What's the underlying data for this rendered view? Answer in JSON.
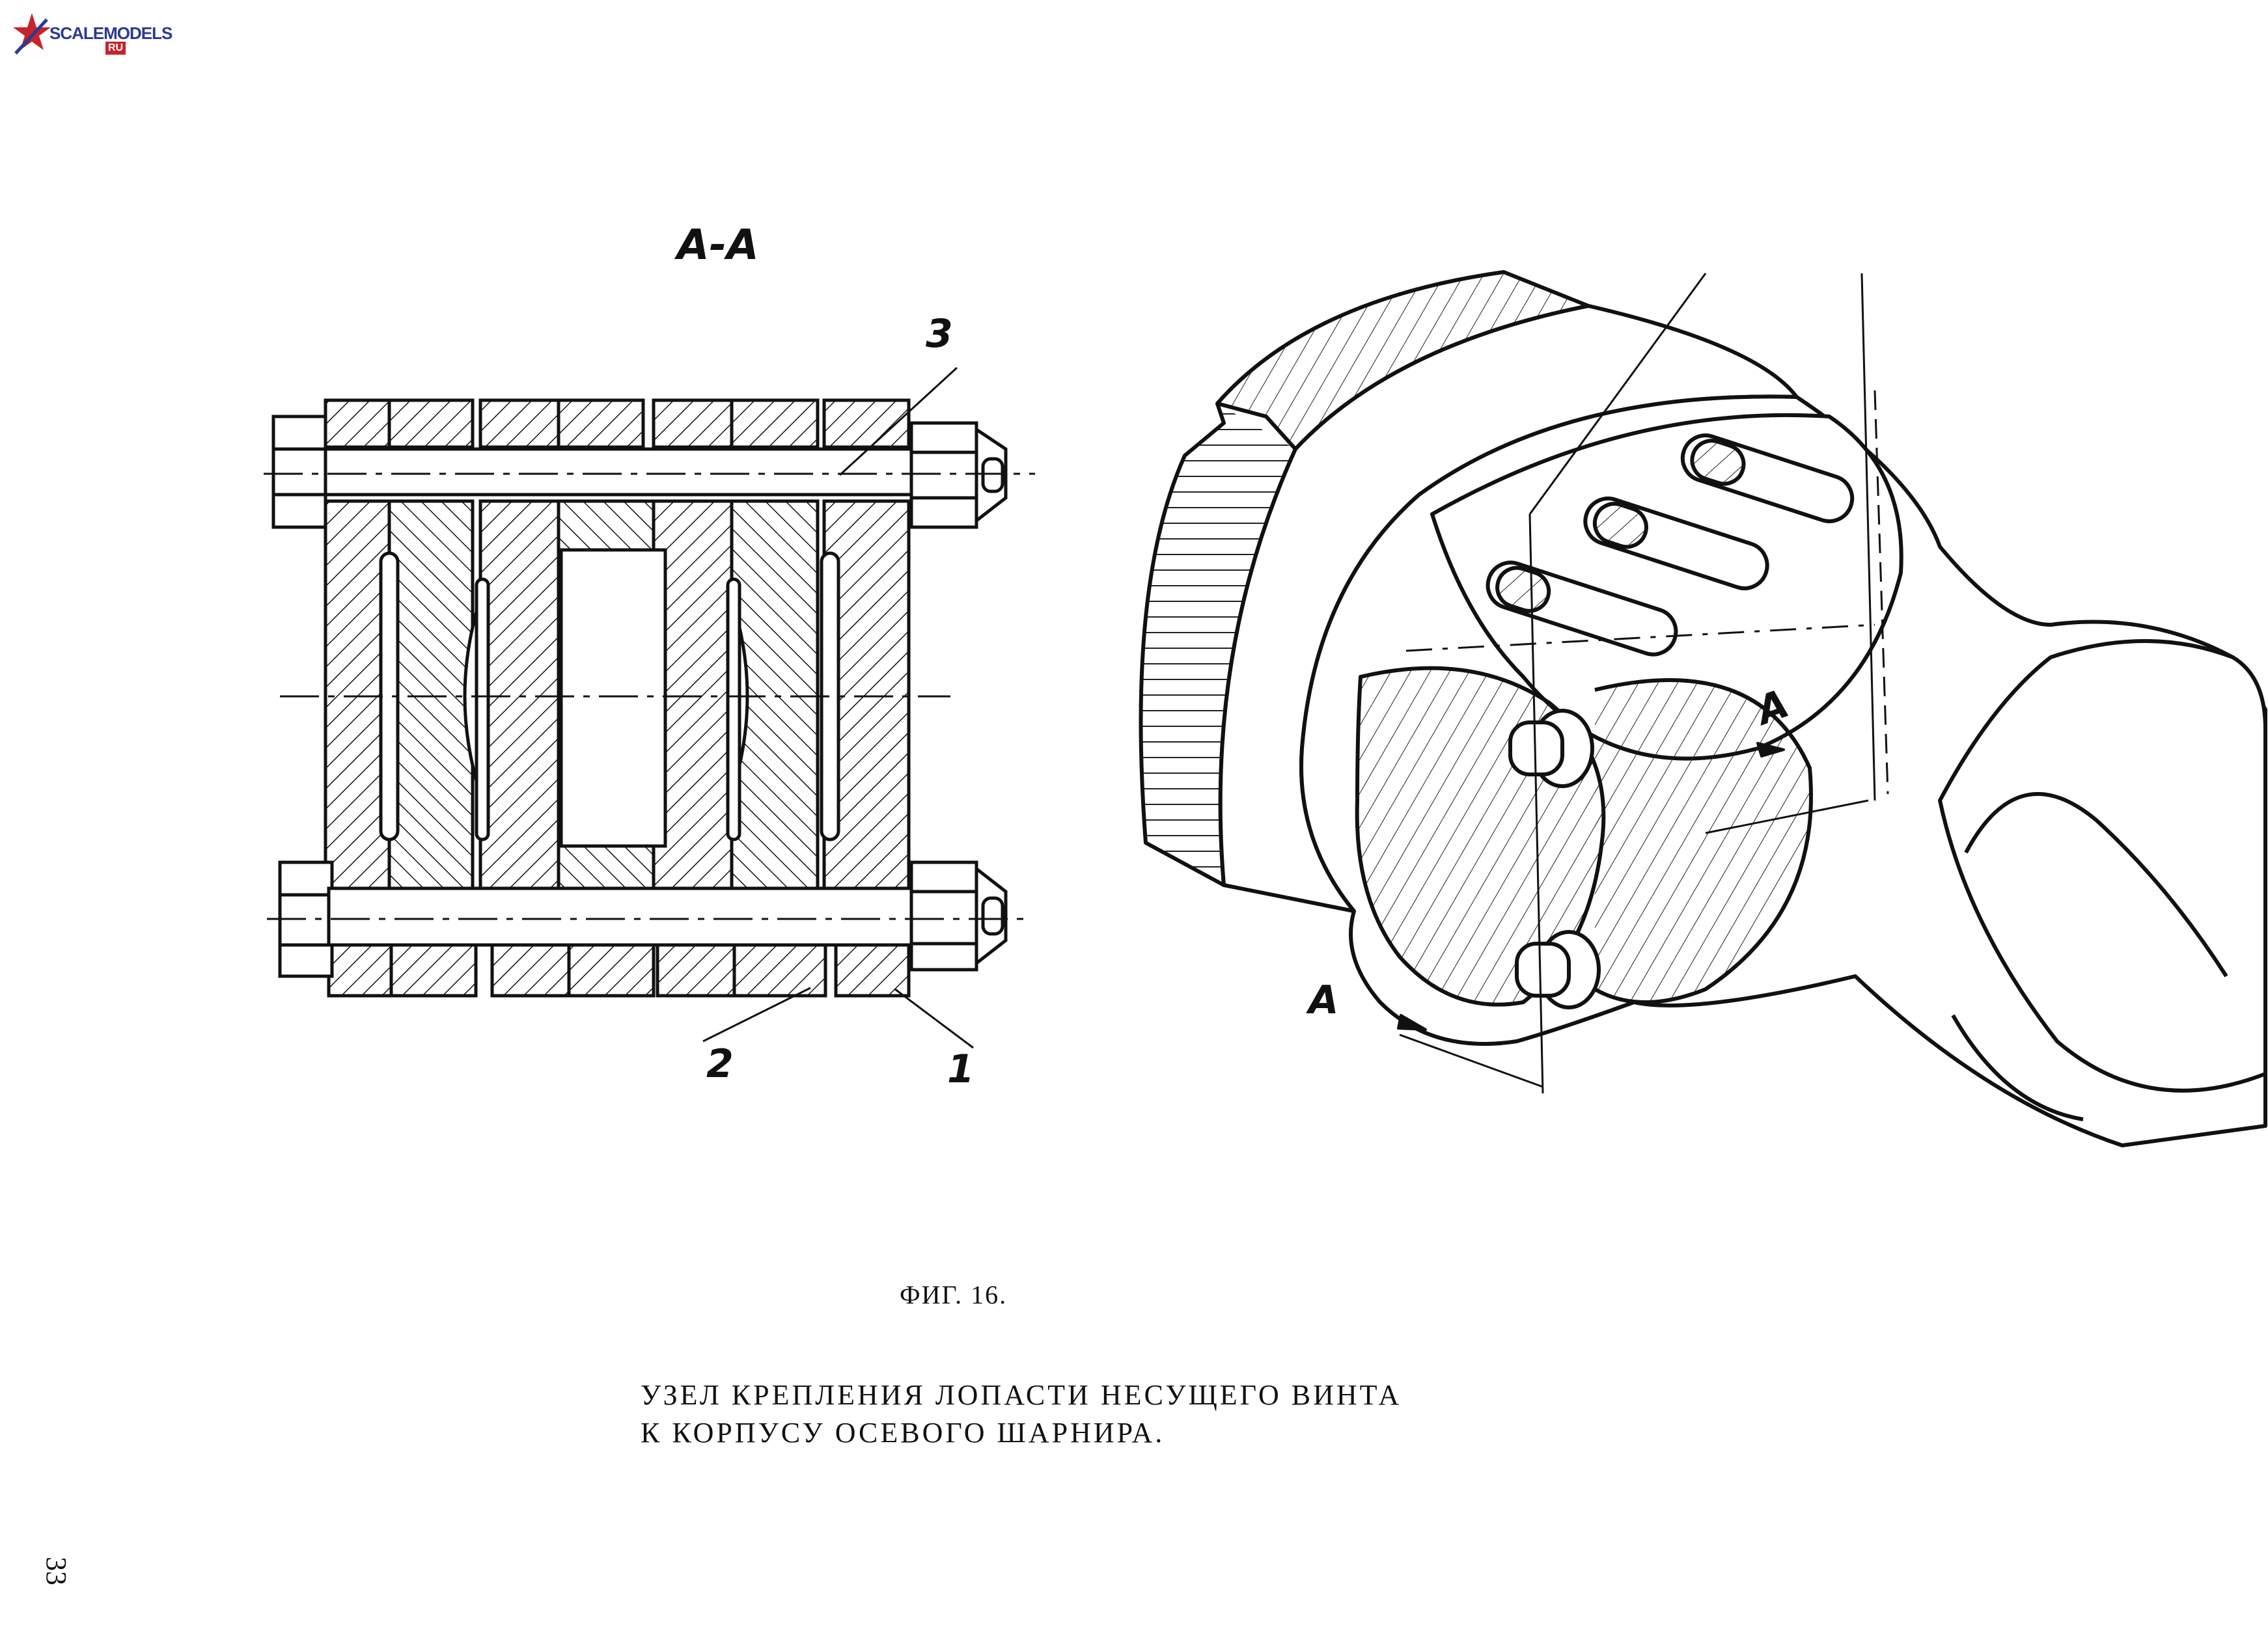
{
  "logo": {
    "text": "SCALEMODELS",
    "suffix": "RU"
  },
  "section_label": "А-А",
  "callouts": {
    "c1": "1",
    "c2": "2",
    "c3": "3"
  },
  "section_mark_top": "А",
  "section_mark_left": "А",
  "figure_number": "ФИГ. 16.",
  "caption": {
    "line1": "УЗЕЛ КРЕПЛЕНИЯ ЛОПАСТИ НЕСУЩЕГО ВИНТА",
    "line2": "К КОРПУСУ ОСЕВОГО ШАРНИРА."
  },
  "page_number": "33"
}
